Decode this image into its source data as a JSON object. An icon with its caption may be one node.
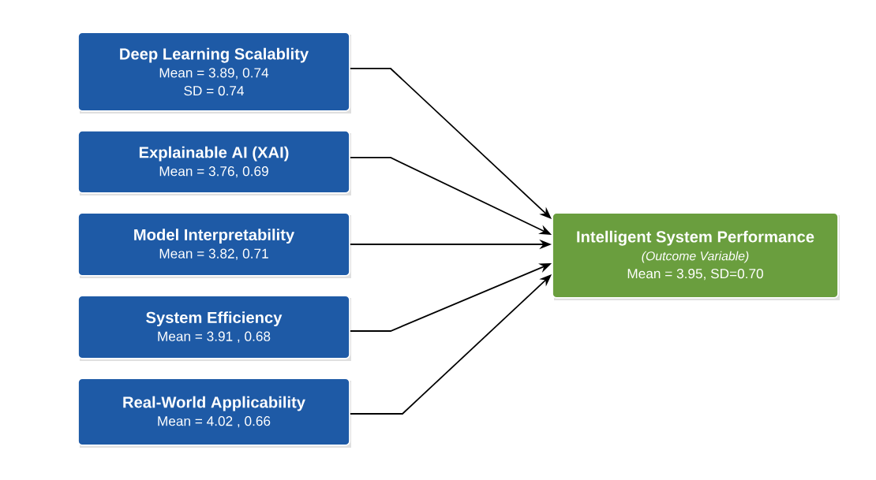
{
  "diagram": {
    "nodes": [
      {
        "text": [
          "Deep Learning Scalablity",
          "Mean = 3.89, 0.74",
          "SD = 0.74"
        ]
      },
      {
        "text": [
          "Explainable AI (XAI)",
          "Mean = 3.76, 0.69"
        ]
      },
      {
        "text": [
          "Model Interpretability",
          "Mean = 3.82, 0.71"
        ]
      },
      {
        "text": [
          "System Efficiency",
          "Mean = 3.91 , 0.68"
        ]
      },
      {
        "text": [
          "Real-World Applicability",
          "Mean = 4.02 , 0.66"
        ]
      },
      {
        "text": [
          "Intelligent System Performance",
          "(Outcome Variable)",
          "Mean = 3.95, SD=0.70"
        ]
      }
    ],
    "edges": [
      {
        "from": 0,
        "to": 5,
        "arrow": "to"
      },
      {
        "from": 1,
        "to": 5,
        "arrow": "to"
      },
      {
        "from": 2,
        "to": 5,
        "arrow": "to"
      },
      {
        "from": 3,
        "to": 5,
        "arrow": "to"
      },
      {
        "from": 4,
        "to": 5,
        "arrow": "to"
      }
    ]
  }
}
